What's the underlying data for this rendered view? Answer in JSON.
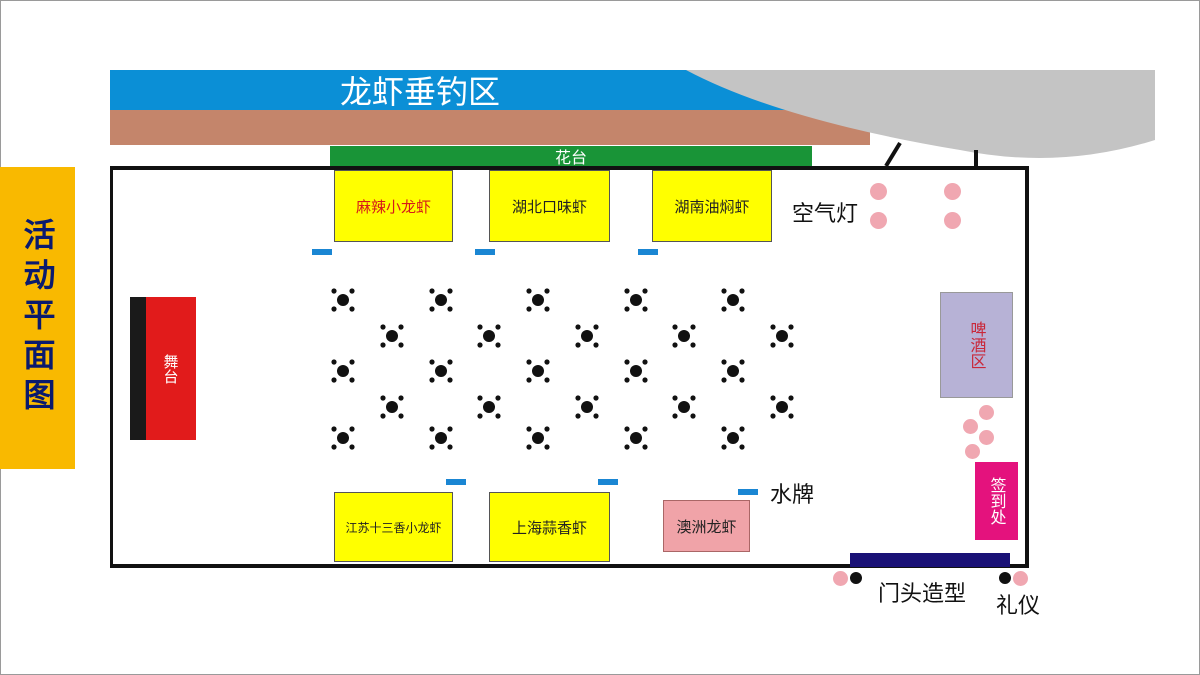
{
  "side_title": "活动平面图",
  "fishing_area": "龙虾垂钓区",
  "flower_bed": "花台",
  "stage": "舞台",
  "beer_area": "啤酒区",
  "sign_in": "签到处",
  "air_lamp": "空气灯",
  "water_sign": "水牌",
  "gate": "门头造型",
  "etiquette": "礼仪",
  "booths": {
    "top": [
      "麻辣小龙虾",
      "湖北口味虾",
      "湖南油焖虾"
    ],
    "bottom": [
      "江苏十三香小龙虾",
      "上海蒜香虾",
      "澳洲龙虾"
    ]
  },
  "colors": {
    "fishing_blue": "#0b8fd6",
    "flower_green": "#199437",
    "booth_yellow": "#ffff00",
    "stage_red": "#e11b1b",
    "beer_purple": "#b7b2d6",
    "signin_magenta": "#e4127d",
    "balloon_pink": "#f0a7b1",
    "side_title_orange": "#f9b900"
  }
}
